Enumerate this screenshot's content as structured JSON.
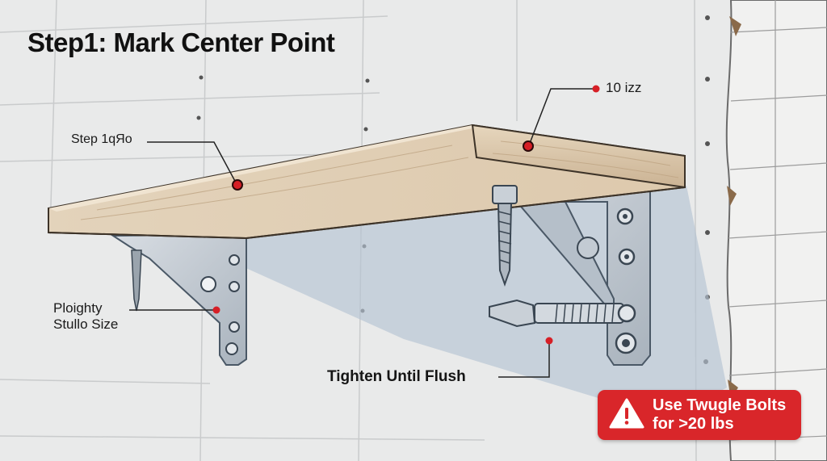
{
  "title": "Step1: Mark Center Point",
  "labels": {
    "step": "Step 1qЯo",
    "size": "10 izz",
    "stud_line1": "Ploighty",
    "stud_line2": "Stullo Size",
    "tighten": "Tighten Until Flush"
  },
  "warning": {
    "line1": "Use Twugle Bolts",
    "line2": "for >20 lbs",
    "icon": "warning-triangle-icon"
  },
  "colors": {
    "warning_bg": "#d9262a",
    "marker": "#d61f26",
    "wood": "#dcc8ac",
    "bracket": "#c5ccd4",
    "wall": "#e9eaea"
  }
}
